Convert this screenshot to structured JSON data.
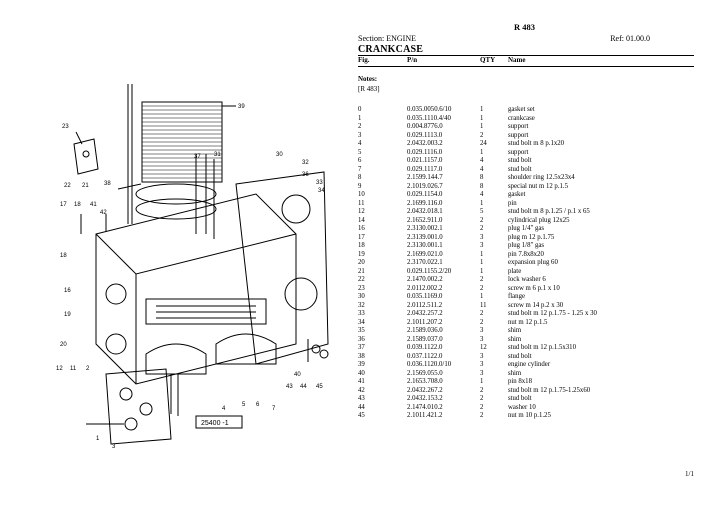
{
  "document": {
    "title": "R 483",
    "section": "Section: ENGINE",
    "ref": "Ref: 01.00.0",
    "subtitle": "CRANKCASE",
    "columns": {
      "fig": "Fig.",
      "pn": "P/n",
      "qty": "QTY",
      "name": "Name"
    },
    "notes_label": "Notes:",
    "notes_text": "[R 483]",
    "page_number": "1/1"
  },
  "diagram": {
    "callouts": [
      "39",
      "23",
      "22",
      "21",
      "38",
      "37",
      "31",
      "30",
      "32",
      "33",
      "34",
      "36",
      "17",
      "18",
      "41",
      "42",
      "16",
      "19",
      "20",
      "40",
      "43",
      "44",
      "45",
      "12",
      "11",
      "2",
      "3",
      "4",
      "5",
      "6",
      "7",
      "1"
    ],
    "figure_label": "25400 -1"
  },
  "parts": [
    {
      "fig": "0",
      "pn": "0.035.0050.6/10",
      "qty": "1",
      "name": "gasket set"
    },
    {
      "fig": "1",
      "pn": "0.035.1110.4/40",
      "qty": "1",
      "name": "crankcase"
    },
    {
      "fig": "2",
      "pn": "0.004.8776.0",
      "qty": "1",
      "name": "support"
    },
    {
      "fig": "3",
      "pn": "0.029.1113.0",
      "qty": "2",
      "name": "support"
    },
    {
      "fig": "4",
      "pn": "2.0432.003.2",
      "qty": "24",
      "name": "stud bolt m 8 p.1x20"
    },
    {
      "fig": "5",
      "pn": "0.029.1116.0",
      "qty": "1",
      "name": "support"
    },
    {
      "fig": "6",
      "pn": "0.021.1157.0",
      "qty": "4",
      "name": "stud bolt"
    },
    {
      "fig": "7",
      "pn": "0.029.1117.0",
      "qty": "4",
      "name": "stud bolt"
    },
    {
      "fig": "8",
      "pn": "2.1599.144.7",
      "qty": "8",
      "name": "shoulder ring 12.5x23x4"
    },
    {
      "fig": "9",
      "pn": "2.1019.026.7",
      "qty": "8",
      "name": "special nut m 12 p.1.5"
    },
    {
      "fig": "10",
      "pn": "0.029.1154.0",
      "qty": "4",
      "name": "gasket"
    },
    {
      "fig": "11",
      "pn": "2.1699.116.0",
      "qty": "1",
      "name": "pin"
    },
    {
      "fig": "12",
      "pn": "2.0432.018.1",
      "qty": "5",
      "name": "stud bolt m 8 p.1.25 / p.1 x 65"
    },
    {
      "fig": "14",
      "pn": "2.1652.911.0",
      "qty": "2",
      "name": "cylindrical plug 12x25"
    },
    {
      "fig": "16",
      "pn": "2.3130.002.1",
      "qty": "2",
      "name": "plug 1/4\" gas"
    },
    {
      "fig": "17",
      "pn": "2.3139.001.0",
      "qty": "3",
      "name": "plug m 12 p.1.75"
    },
    {
      "fig": "18",
      "pn": "2.3130.001.1",
      "qty": "3",
      "name": "plug 1/8\" gas"
    },
    {
      "fig": "19",
      "pn": "2.1699.021.0",
      "qty": "1",
      "name": "pin 7.8x8x20"
    },
    {
      "fig": "20",
      "pn": "2.3170.022.1",
      "qty": "1",
      "name": "expansion plug 60"
    },
    {
      "fig": "21",
      "pn": "0.029.1155.2/20",
      "qty": "1",
      "name": "plate"
    },
    {
      "fig": "22",
      "pn": "2.1470.002.2",
      "qty": "2",
      "name": "lock washer 6"
    },
    {
      "fig": "23",
      "pn": "2.0112.002.2",
      "qty": "2",
      "name": "screw m 6 p.1 x 10"
    },
    {
      "fig": "30",
      "pn": "0.035.1169.0",
      "qty": "1",
      "name": "flange"
    },
    {
      "fig": "32",
      "pn": "2.0112.511.2",
      "qty": "11",
      "name": "screw m 14 p.2 x 30"
    },
    {
      "fig": "33",
      "pn": "2.0432.257.2",
      "qty": "2",
      "name": "stud bolt m 12 p.1.75 - 1.25 x 30"
    },
    {
      "fig": "34",
      "pn": "2.1011.207.2",
      "qty": "2",
      "name": "nut m 12 p.1.5"
    },
    {
      "fig": "35",
      "pn": "2.1589.036.0",
      "qty": "3",
      "name": "shim"
    },
    {
      "fig": "36",
      "pn": "2.1589.037.0",
      "qty": "3",
      "name": "shim"
    },
    {
      "fig": "37",
      "pn": "0.039.1122.0",
      "qty": "12",
      "name": "stud bolt m 12 p.1.5x310"
    },
    {
      "fig": "38",
      "pn": "0.037.1122.0",
      "qty": "3",
      "name": "stud bolt"
    },
    {
      "fig": "39",
      "pn": "0.036.1120.0/10",
      "qty": "3",
      "name": "engine cylinder"
    },
    {
      "fig": "40",
      "pn": "2.1569.055.0",
      "qty": "3",
      "name": "shim"
    },
    {
      "fig": "41",
      "pn": "2.1653.708.0",
      "qty": "1",
      "name": "pin 8x18"
    },
    {
      "fig": "42",
      "pn": "2.0432.267.2",
      "qty": "2",
      "name": "stud bolt m 12 p.1.75-1.25x60"
    },
    {
      "fig": "43",
      "pn": "2.0432.153.2",
      "qty": "2",
      "name": "stud bolt"
    },
    {
      "fig": "44",
      "pn": "2.1474.010.2",
      "qty": "2",
      "name": "washer 10"
    },
    {
      "fig": "45",
      "pn": "2.1011.421.2",
      "qty": "2",
      "name": "nut m 10 p.1.25"
    }
  ]
}
